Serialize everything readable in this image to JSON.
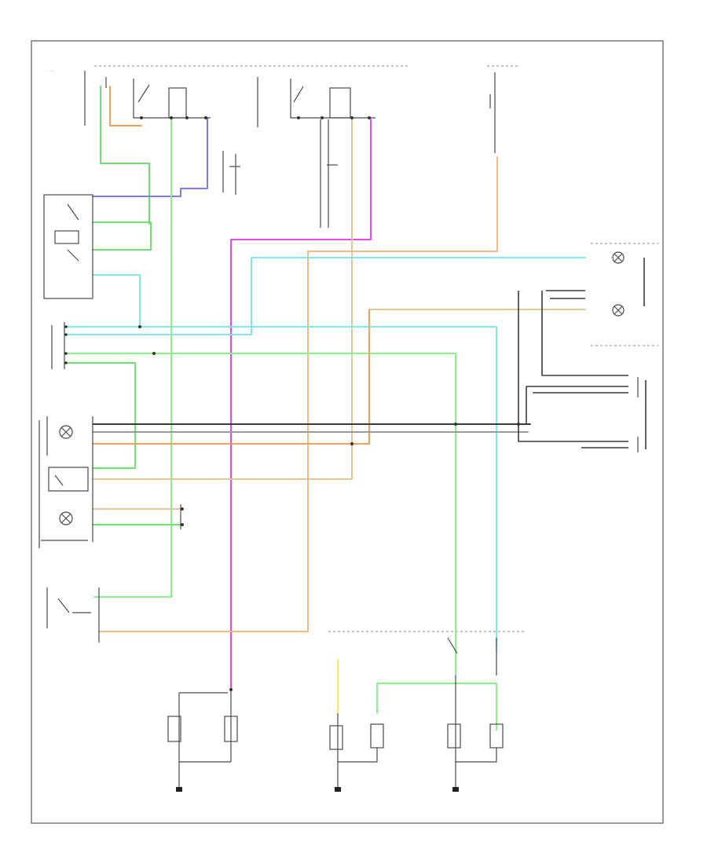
{
  "diagram": {
    "code": "",
    "components": [
      {
        "id": "fuse-block-left",
        "label": ""
      },
      {
        "id": "fuse-block-mid",
        "label": ""
      },
      {
        "id": "fuse-block-right",
        "label": ""
      },
      {
        "id": "relay-top-left",
        "label": ""
      },
      {
        "id": "relay-top-mid",
        "label": ""
      },
      {
        "id": "hazard-switch",
        "label": ""
      },
      {
        "id": "flasher-unit",
        "label": ""
      },
      {
        "id": "combination-switch",
        "label": ""
      },
      {
        "id": "light-switch",
        "label": ""
      },
      {
        "id": "instrument-cluster",
        "label": ""
      },
      {
        "id": "front-lamp-left",
        "label": ""
      },
      {
        "id": "front-lamp-center",
        "label": ""
      },
      {
        "id": "front-lamp-right",
        "label": ""
      }
    ],
    "colors": {
      "green": "#6fe06f",
      "orange": "#f0a25a",
      "light_orange": "#f5b987",
      "blue": "#7b7bf0",
      "pink": "#ee44ee",
      "cyan": "#7fe8ea",
      "tan": "#e2c898",
      "yellow": "#f0f060",
      "black": "#3a3a3a",
      "gray": "#9a9a9a"
    }
  }
}
